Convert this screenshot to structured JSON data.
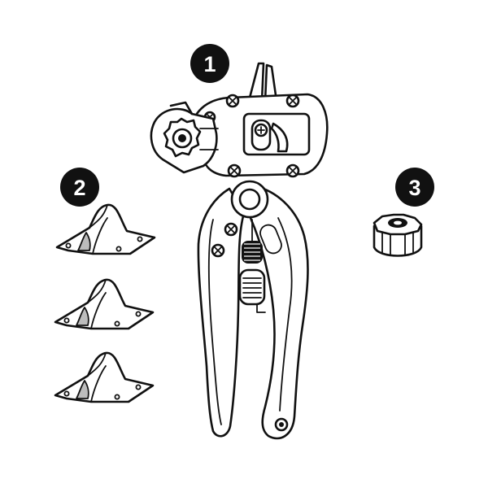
{
  "parts": [
    {
      "id": "1",
      "label": "1",
      "icon": "grafting-pruner-icon"
    },
    {
      "id": "2",
      "label": "2",
      "icon": "grafting-blade-icon"
    },
    {
      "id": "3",
      "label": "3",
      "icon": "knurled-knob-icon"
    }
  ],
  "colors": {
    "ink": "#111111",
    "paper": "#ffffff",
    "badge": "#111111",
    "shade": "#bdbdbd"
  }
}
